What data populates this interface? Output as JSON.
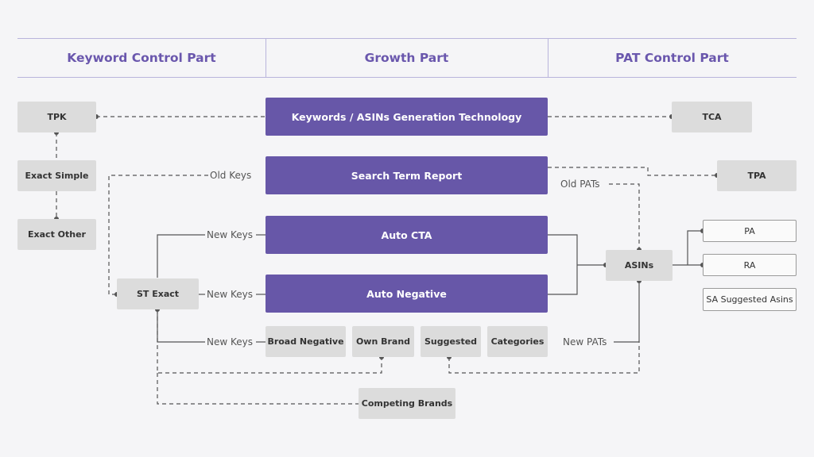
{
  "headers": {
    "keyword": "Keyword Control Part",
    "growth": "Growth Part",
    "pat": "PAT Control Part"
  },
  "nodes": {
    "tpk": "TPK",
    "exact_simple": "Exact Simple",
    "exact_other": "Exact Other",
    "st_exact": "ST Exact",
    "keywords_gen": "Keywords / ASINs Generation Technology",
    "search_term_report": "Search Term Report",
    "auto_cta": "Auto CTA",
    "auto_negative": "Auto Negative",
    "broad_negative": "Broad Negative",
    "own_brand": "Own Brand",
    "suggested": "Suggested",
    "categories": "Categories",
    "competing_brands": "Competing Brands",
    "tca": "TCA",
    "tpa": "TPA",
    "asins": "ASINs",
    "pa": "PA",
    "ra": "RA",
    "sa_suggested": "SA Suggested Asins"
  },
  "labels": {
    "old_keys": "Old Keys",
    "old_pats": "Old PATs",
    "new_keys_1": "New Keys",
    "new_keys_2": "New Keys",
    "new_keys_3": "New Keys",
    "new_pats": "New PATs"
  },
  "colors": {
    "accent": "#6757a8",
    "header_text": "#6a57ad",
    "gray_box": "#dcdcdc",
    "connector": "#555555"
  }
}
